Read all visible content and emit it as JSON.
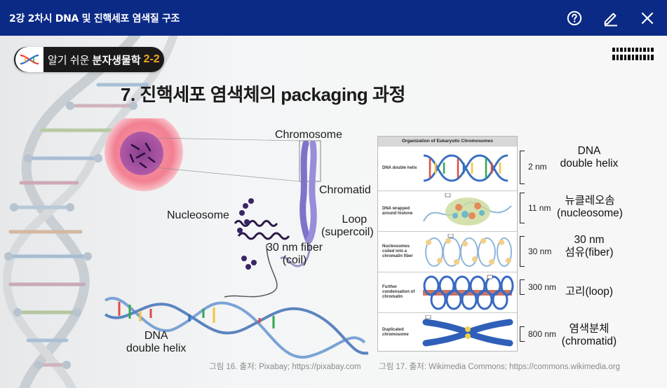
{
  "header": {
    "title": "2강 2차시 DNA 및 진핵세포 염색질 구조"
  },
  "toolbar": [
    {
      "name": "help-icon",
      "label": "?"
    },
    {
      "name": "pencil-icon",
      "label": "edit"
    },
    {
      "name": "close-icon",
      "label": "close"
    }
  ],
  "slide": {
    "badge": {
      "prefix": "알기 쉬운 ",
      "course": "분자생물학",
      "number": "2-2"
    },
    "heading": "7. 진핵세포 염색체의 packaging 과정",
    "left_figure": {
      "labels": {
        "chromosome": "Chromosome",
        "chromatid": "Chromatid",
        "nucleosome": "Nucleosome",
        "loop_line1": "Loop",
        "loop_line2": "(supercoil)",
        "fiber_line1": "30 nm fiber",
        "fiber_line2": "(coil)",
        "dna_line1": "DNA",
        "dna_line2": "double helix"
      },
      "caption": "그림 16. 출처: Pixabay; https://pixabay.com"
    },
    "right_figure": {
      "table_title": "Organization of Eukaryotic Chromosomes",
      "rows": [
        {
          "label": "DNA double helix",
          "scale": "2 nm",
          "name_line1": "DNA",
          "name_line2": "double helix"
        },
        {
          "label": "DNA wrapped around histone",
          "scale": "11 nm",
          "name_line1": "뉴클레오솜",
          "name_line2": "(nucleosome)"
        },
        {
          "label": "Nucleosomes coiled into a chromatin fiber",
          "scale": "30 nm",
          "name_line1": "30 nm",
          "name_line2": "섬유(fiber)"
        },
        {
          "label": "Further condensation of chromatin",
          "scale": "300 nm",
          "name_line1": "고리(loop)",
          "name_line2": ""
        },
        {
          "label": "Duplicated chromosome",
          "scale": "800 nm",
          "name_line1": "염색분체",
          "name_line2": "(chromatid)"
        }
      ],
      "caption": "그림 17. 출처: Wikimedia Commons; https://commons.wikimedia.org"
    }
  },
  "colors": {
    "titlebar": "#0b2a86",
    "badge_number": "#f5a623"
  }
}
